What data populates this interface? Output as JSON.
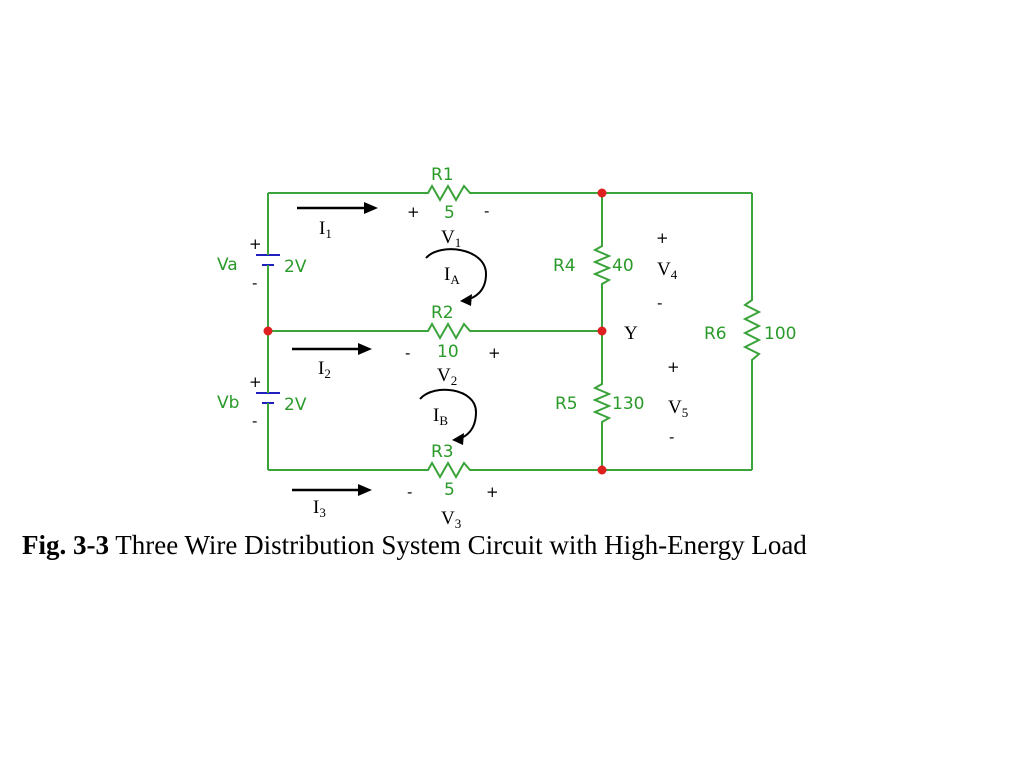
{
  "figure": {
    "caption_number": "Fig. 3-3",
    "caption_text": " Three Wire Distribution System Circuit with High-Energy Load"
  },
  "sources": {
    "va": {
      "name": "Va",
      "value": "2V",
      "plus": "+",
      "minus": "-"
    },
    "vb": {
      "name": "Vb",
      "value": "2V",
      "plus": "+",
      "minus": "-"
    }
  },
  "resistors": {
    "r1": {
      "name": "R1",
      "value": "5"
    },
    "r2": {
      "name": "R2",
      "value": "10"
    },
    "r3": {
      "name": "R3",
      "value": "5"
    },
    "r4": {
      "name": "R4",
      "value": "40"
    },
    "r5": {
      "name": "R5",
      "value": "130"
    },
    "r6": {
      "name": "R6",
      "value": "100"
    }
  },
  "currents": {
    "i1": {
      "main": "I",
      "sub": "1"
    },
    "i2": {
      "main": "I",
      "sub": "2"
    },
    "i3": {
      "main": "I",
      "sub": "3"
    },
    "ia": {
      "main": "I",
      "sub": "A"
    },
    "ib": {
      "main": "I",
      "sub": "B"
    }
  },
  "voltages": {
    "v1": {
      "main": "V",
      "sub": "1",
      "left": "+",
      "right": "-"
    },
    "v2": {
      "main": "V",
      "sub": "2",
      "left": "-",
      "right": "+"
    },
    "v3": {
      "main": "V",
      "sub": "3",
      "left": "-",
      "right": "+"
    },
    "v4": {
      "main": "V",
      "sub": "4",
      "top": "+",
      "bottom": "-"
    },
    "v5": {
      "main": "V",
      "sub": "5",
      "top": "+",
      "bottom": "-"
    }
  },
  "node_y": "Y",
  "colors": {
    "wire": "#3aa33a",
    "battery": "#2020c0",
    "node": "#e02020",
    "label": "#2a9a2a"
  }
}
